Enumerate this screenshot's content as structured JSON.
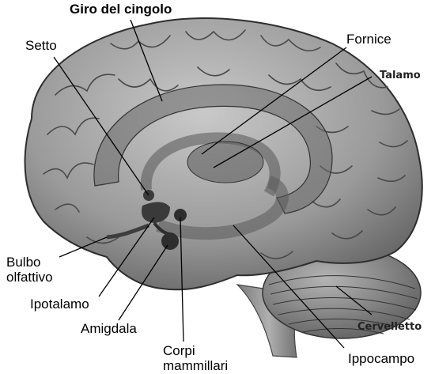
{
  "labels": {
    "cingulate_gyrus": "Giro del cingolo",
    "septum": "Setto",
    "fornix": "Fornice",
    "thalamus": "Talamo",
    "olfactory_bulb_line1": "Bulbo",
    "olfactory_bulb_line2": "olfattivo",
    "hypothalamus": "Ipotalamo",
    "amygdala": "Amigdala",
    "mammillary_line1": "Corpi",
    "mammillary_line2": "mammillari",
    "cerebellum": "Cervelletto",
    "hippocampus": "Ippocampo"
  },
  "colors": {
    "background": "#ffffff",
    "cortex": "#9a9a9a",
    "cortex_dark": "#5c5c5c",
    "limbic_band": "#6a6a6a",
    "structures": "#3a3a3a",
    "leader_line": "#000000"
  }
}
